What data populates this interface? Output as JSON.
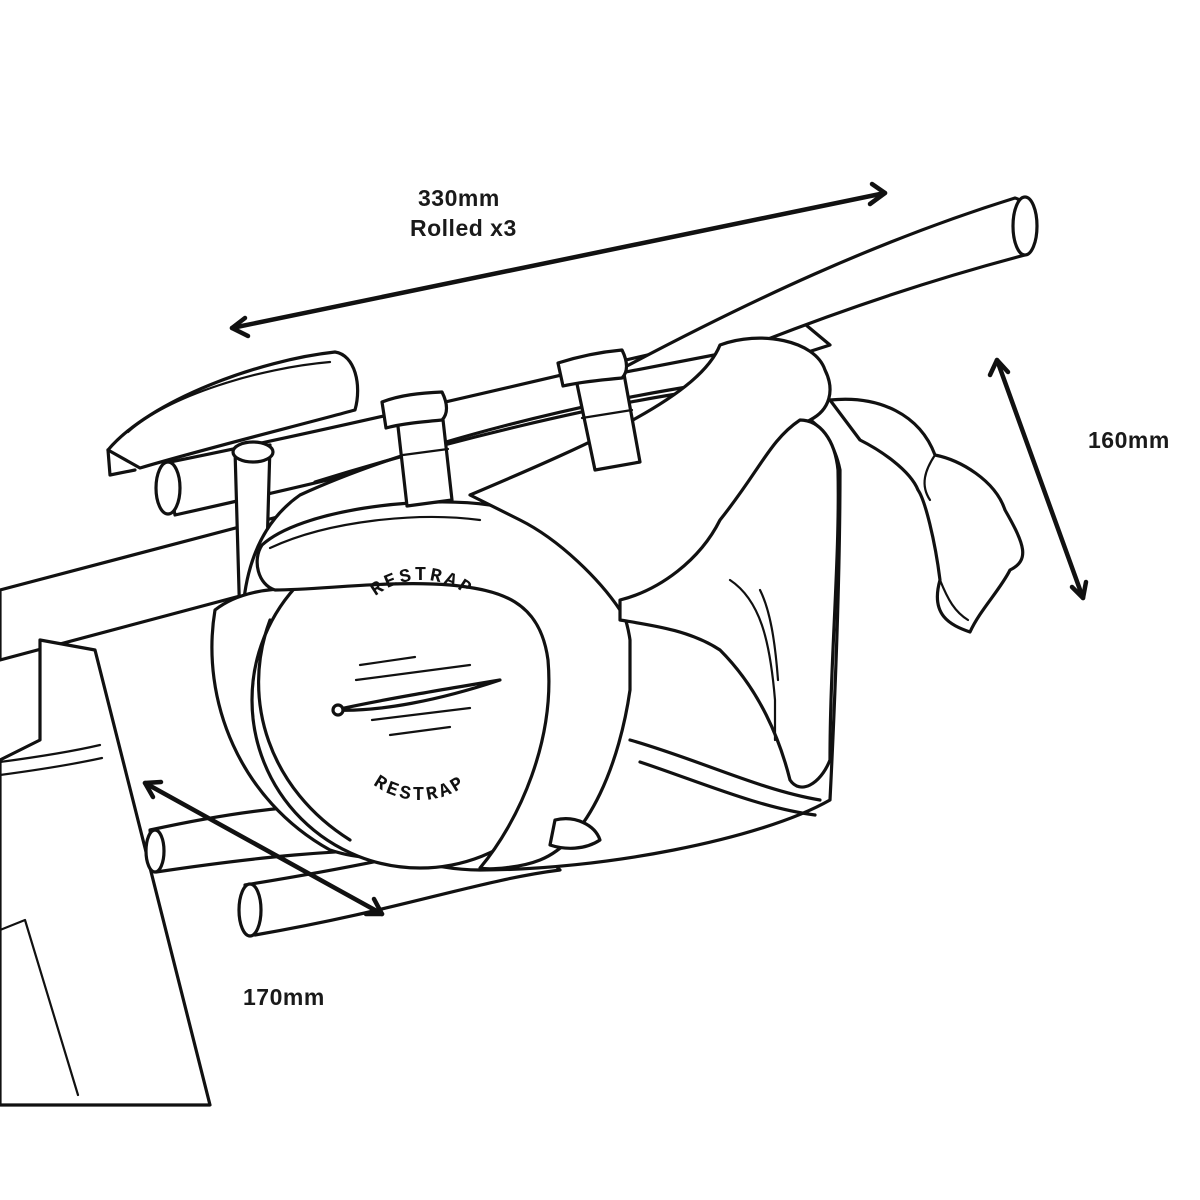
{
  "brand": {
    "logo_top": "RESTRAP",
    "logo_bottom": "RESTRAP"
  },
  "dimensions": {
    "length_value": "330mm",
    "length_note": "Rolled x3",
    "height_value": "160mm",
    "depth_value": "170mm"
  },
  "colors": {
    "line": "#111111",
    "background": "#ffffff"
  }
}
